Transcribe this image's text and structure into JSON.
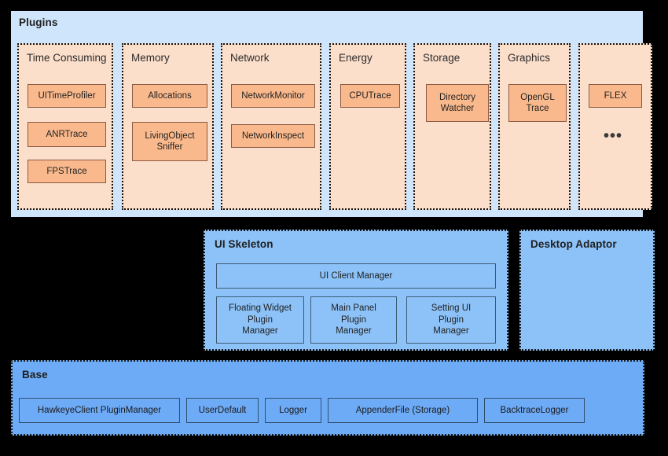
{
  "diagram": {
    "background": "#000000",
    "colors": {
      "plugins_panel": "#cfe5fb",
      "plugin_column": "#fcdfcb",
      "plugin_chip": "#fab98c",
      "plugin_chip_border": "#8a5a43",
      "ui_skeleton_panel": "#8dc2f8",
      "base_panel": "#6eabf7",
      "box_border": "#3c5a75"
    }
  },
  "plugins": {
    "title": "Plugins",
    "columns": [
      {
        "title": "Time Consuming",
        "items": [
          {
            "label": "UITimeProfiler"
          },
          {
            "label": "ANRTrace"
          },
          {
            "label": "FPSTrace"
          }
        ]
      },
      {
        "title": "Memory",
        "items": [
          {
            "label": "Allocations"
          },
          {
            "label": "LivingObject\nSniffer"
          }
        ]
      },
      {
        "title": "Network",
        "items": [
          {
            "label": "NetworkMonitor"
          },
          {
            "label": "NetworkInspect"
          }
        ]
      },
      {
        "title": "Energy",
        "items": [
          {
            "label": "CPUTrace"
          }
        ]
      },
      {
        "title": "Storage",
        "items": [
          {
            "label": "Directory\nWatcher"
          }
        ]
      },
      {
        "title": "Graphics",
        "items": [
          {
            "label": "OpenGL\nTrace"
          }
        ]
      },
      {
        "title": "",
        "items": [
          {
            "label": "FLEX"
          }
        ],
        "ellipsis": "•••"
      }
    ]
  },
  "ui_skeleton": {
    "title": "UI Skeleton",
    "client_manager": "UI Client Manager",
    "managers": [
      "Floating Widget\nPlugin\nManager",
      "Main Panel\nPlugin\nManager",
      "Setting UI\nPlugin\nManager"
    ]
  },
  "desktop_adaptor": {
    "title": "Desktop Adaptor"
  },
  "base": {
    "title": "Base",
    "items": [
      "HawkeyeClient PluginManager",
      "UserDefault",
      "Logger",
      "AppenderFile (Storage)",
      "BacktraceLogger"
    ]
  }
}
